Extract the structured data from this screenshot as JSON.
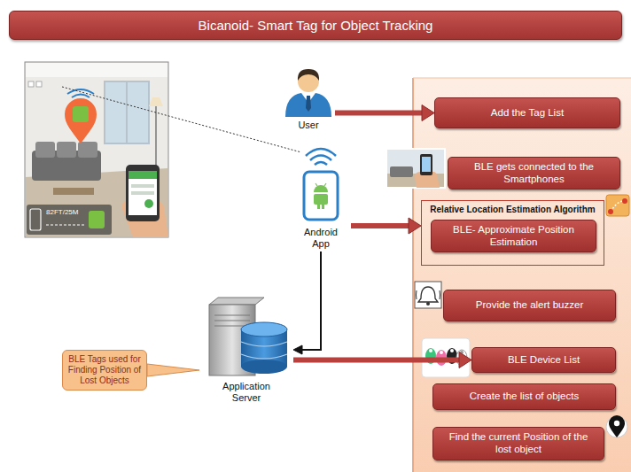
{
  "diagram": {
    "title": "Bicanoid- Smart Tag for Object Tracking",
    "nodes": [
      {
        "text": [
          "User"
        ]
      },
      {
        "text": [
          "Android App"
        ]
      },
      {
        "text": [
          "Application Server"
        ]
      },
      {
        "text": [
          "BLE Tags used for Finding Position of Lost Objects"
        ]
      },
      {
        "text": [
          "Add the Tag List"
        ]
      },
      {
        "text": [
          "BLE gets connected to the Smartphones"
        ]
      },
      {
        "text": [
          "Relative Location Estimation Algorithm"
        ]
      },
      {
        "text": [
          "BLE- Approximate Position Estimation"
        ],
        "in": 6
      },
      {
        "text": [
          "Provide the alert buzzer"
        ]
      },
      {
        "text": [
          "BLE Device List"
        ]
      },
      {
        "text": [
          "Create the list of objects"
        ]
      },
      {
        "text": [
          "Find the current Position of the lost object"
        ]
      }
    ],
    "edges": [
      {
        "from": 0,
        "to": 4,
        "arrow": "to"
      },
      {
        "from": 1,
        "to": 6,
        "arrow": "to"
      },
      {
        "from": 1,
        "to": 2,
        "arrow": "to"
      },
      {
        "from": 2,
        "to": 9,
        "arrow": "to"
      },
      {
        "from": 3,
        "to": 2,
        "arrow": "none"
      }
    ],
    "labels": [
      "82FT/25M"
    ]
  }
}
